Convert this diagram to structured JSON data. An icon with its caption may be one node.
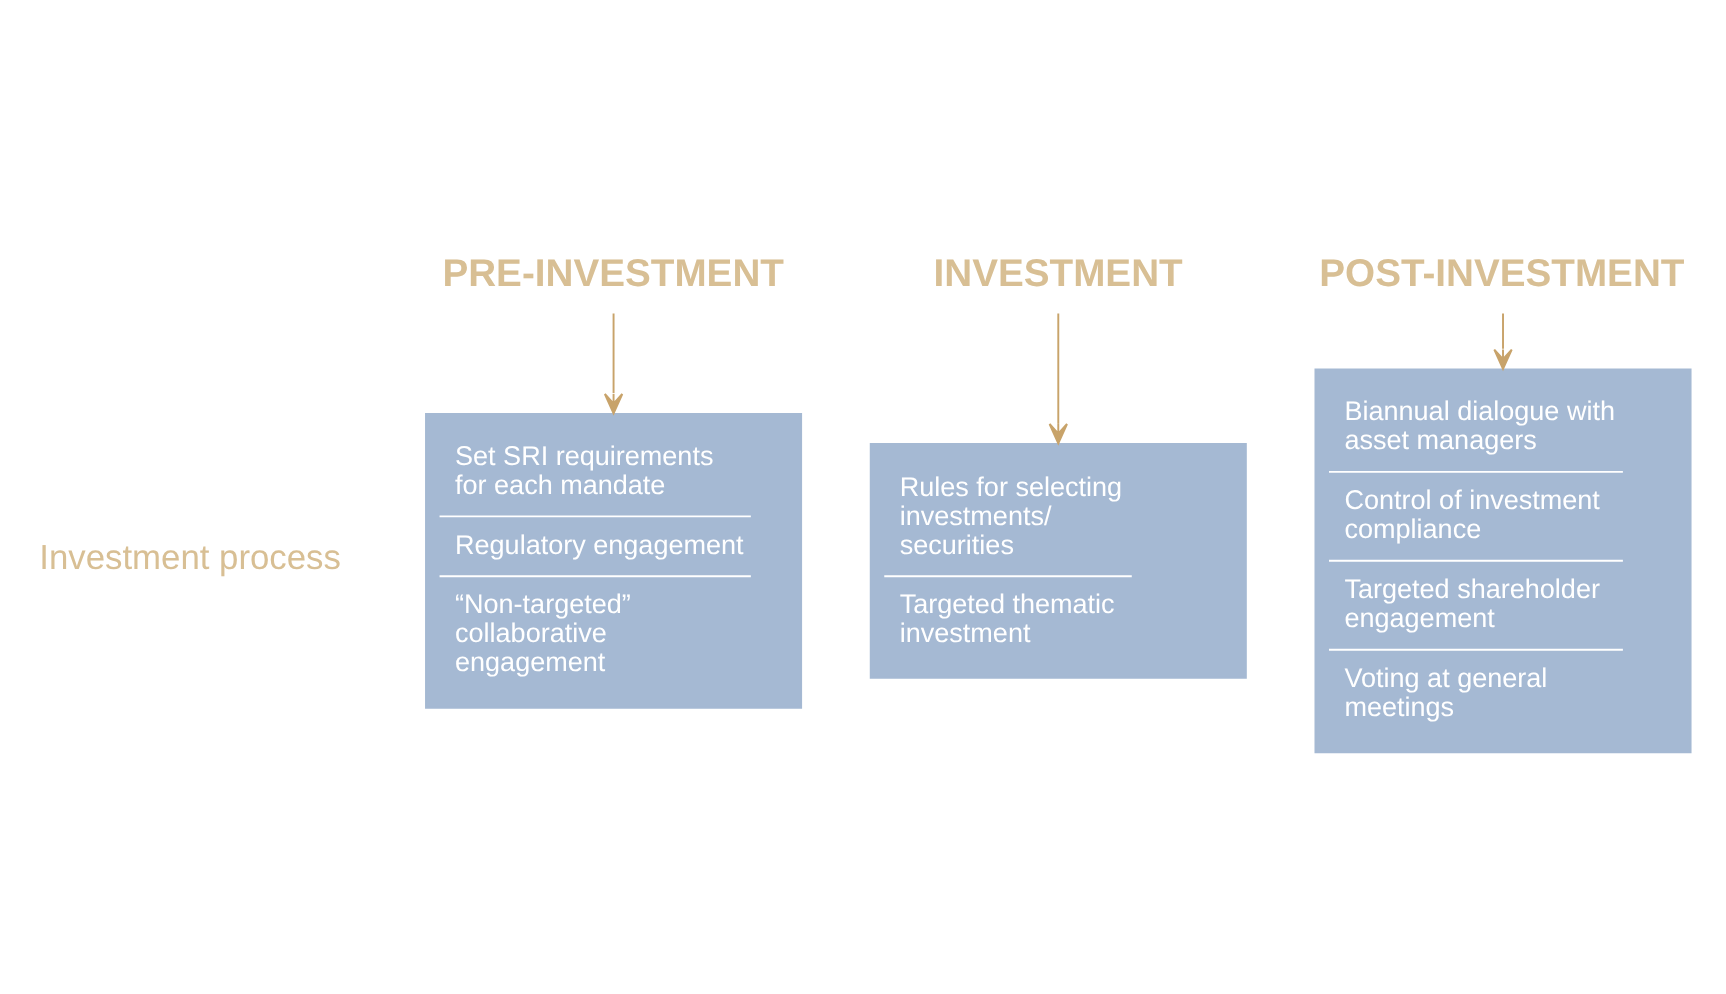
{
  "diagram": {
    "nodes": [
      {
        "text": [
          "PRE-INVESTMENT"
        ]
      },
      {
        "text": [
          "Set SRI requirements for each mandate",
          "Regulatory engagement",
          "“Non-targeted” collaborative engagement"
        ]
      },
      {
        "text": [
          "INVESTMENT"
        ]
      },
      {
        "text": [
          "Rules for selecting investments/ securities",
          "Targeted thematic investment"
        ]
      },
      {
        "text": [
          "POST-INVESTMENT"
        ]
      },
      {
        "text": [
          "Biannual dialogue with asset managers",
          "Control of investment compliance",
          "Targeted shareholder engagement",
          "Voting at general meetings"
        ]
      }
    ],
    "edges": [
      {
        "from": 0,
        "to": 1,
        "arrow": "to"
      },
      {
        "from": 2,
        "to": 3,
        "arrow": "to"
      },
      {
        "from": 4,
        "to": 5,
        "arrow": "to"
      }
    ],
    "labels": [
      "Investment process"
    ]
  }
}
